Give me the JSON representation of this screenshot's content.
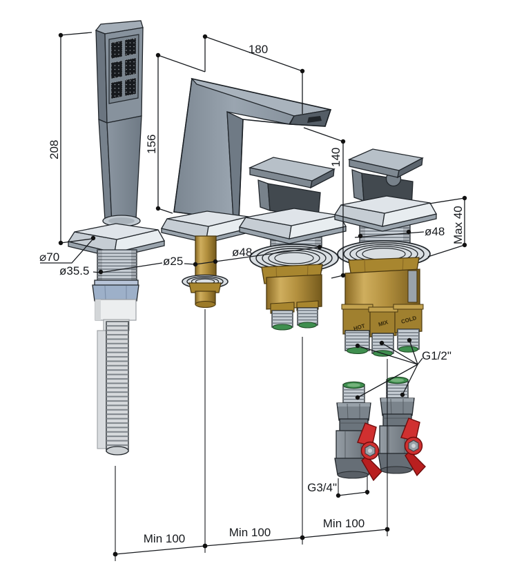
{
  "dimensions": {
    "hand_shower_height": "208",
    "spout_height": "156",
    "spout_reach": "180",
    "valve_height": "140",
    "deck_max_thickness": "Max 40",
    "hand_shower_flange_dia": "⌀70",
    "hand_shower_thread_dia": "ø35.5",
    "spout_pipe_dia": "ø25",
    "valve_left_thread_dia": "ø48",
    "valve_right_thread_dia": "ø48",
    "hose_connection": "G1/2\"",
    "valve_connection": "G3/4\"",
    "spacing_1": "Min 100",
    "spacing_2": "Min 100",
    "spacing_3": "Min 100"
  },
  "ports": {
    "hot": "HOT",
    "mix": "MIX",
    "cold": "COLD"
  },
  "colors": {
    "chrome_light": "#dfe4e9",
    "chrome_mid": "#8d99a4",
    "chrome_dark": "#4a5158",
    "brass": "#b3903e",
    "valve_red": "#d22f2f",
    "seal_green": "#3f8f4f",
    "line": "#16191d"
  }
}
